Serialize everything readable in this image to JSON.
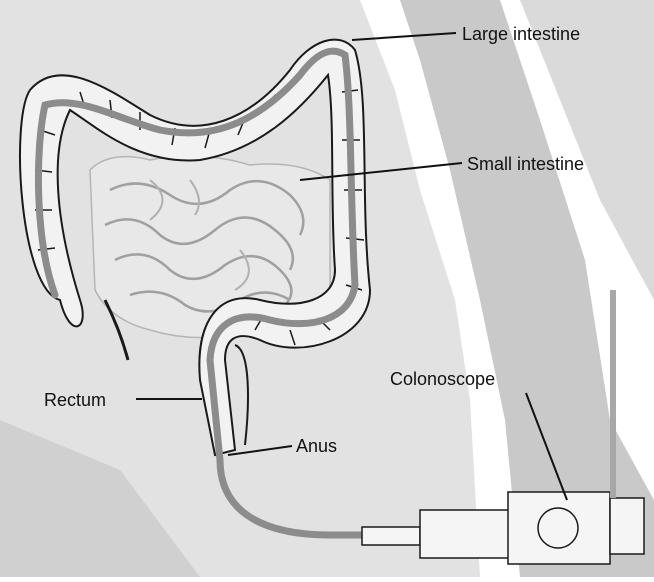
{
  "labels": {
    "large_intestine": "Large intestine",
    "small_intestine": "Small intestine",
    "rectum": "Rectum",
    "anus": "Anus",
    "colonoscope": "Colonoscope"
  },
  "colors": {
    "background": "#ffffff",
    "body_shade": "#d9d9d9",
    "outline": "#1a1a1a",
    "scope_tube": "#8c8c8c",
    "small_intestine_fill": "#e4e4e4",
    "small_intestine_stroke": "#9a9a9a",
    "text": "#111111"
  }
}
